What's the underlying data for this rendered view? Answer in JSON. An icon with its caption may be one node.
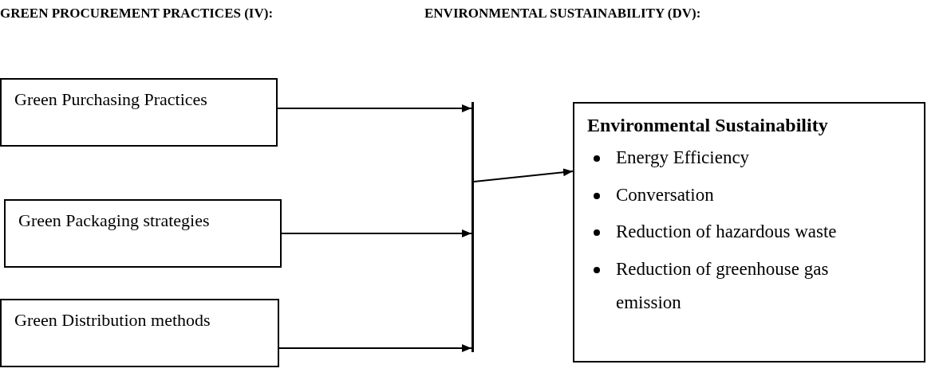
{
  "diagram": {
    "nodes": [
      {
        "text": [
          "Green Purchasing Practices"
        ]
      },
      {
        "text": [
          "Green Packaging strategies"
        ]
      },
      {
        "text": [
          "Green Distribution methods"
        ]
      },
      {
        "text": [],
        "shape": "bar"
      },
      {
        "text": [
          "Environmental Sustainability",
          "Energy Efficiency",
          "Conversation",
          "Reduction of hazardous waste",
          "Reduction of greenhouse gas emission"
        ]
      }
    ],
    "edges": [
      {
        "from": 0,
        "to": 3,
        "arrow": "to"
      },
      {
        "from": 1,
        "to": 3,
        "arrow": "to"
      },
      {
        "from": 2,
        "to": 3,
        "arrow": "to"
      },
      {
        "from": 3,
        "to": 4,
        "arrow": "to"
      }
    ],
    "labels": [
      "GREEN PROCUREMENT PRACTICES (IV):",
      "ENVIRONMENTAL SUSTAINABILITY (DV):"
    ]
  }
}
